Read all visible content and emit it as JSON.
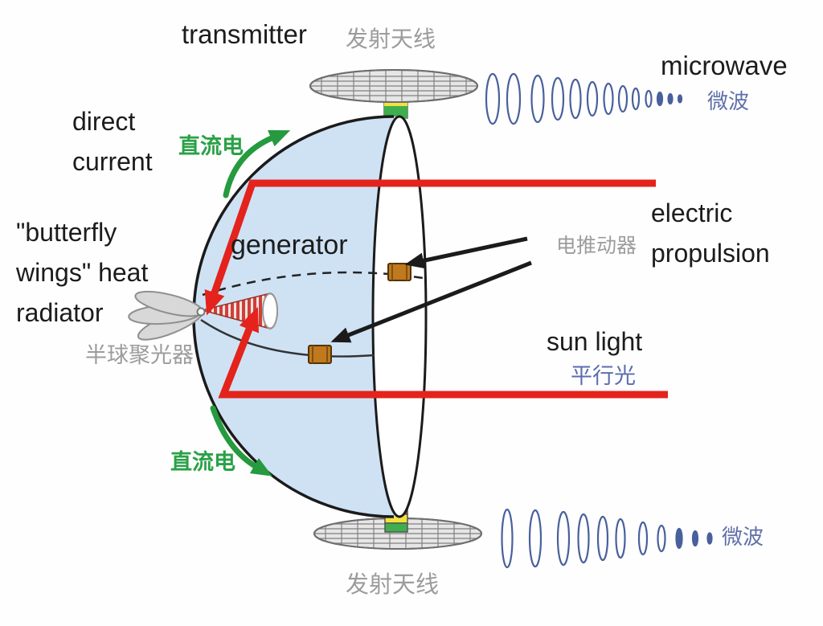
{
  "diagram": {
    "subject": "space solar power satellite with hemispherical concentrator",
    "top": {
      "transmitter_en": "transmitter",
      "transmitter_zh": "发射天线",
      "microwave_en": "microwave",
      "microwave_zh": "微波"
    },
    "left": {
      "direct_current_en": "direct current",
      "direct_current_zh": "直流电",
      "heat_radiator_en": "\"butterfly wings\" heat radiator",
      "concentrator_zh": "半球聚光器"
    },
    "center": {
      "generator_en": "generator"
    },
    "right": {
      "propulsion_zh": "电推动器",
      "propulsion_en": "electric propulsion",
      "sunlight_en": "sun light",
      "sunlight_zh": "平行光"
    },
    "bottom": {
      "direct_current_zh": "直流电",
      "transmitter_zh": "发射天线",
      "microwave_zh": "微波"
    },
    "colors": {
      "dome_fill": "#cfe2f4",
      "outline": "#1b1b1b",
      "sunlight_red": "#e3231c",
      "dc_green": "#259a3e",
      "microwave_stroke": "#49609c",
      "thruster_orange": "#c1791d",
      "gray_text": "#9c9c9c",
      "blue_text": "#6070aa"
    },
    "icons": [
      "transmitter-antenna-top-icon",
      "transmitter-antenna-bottom-icon",
      "collector-dome",
      "generator-cone-icon",
      "butterfly-wings-icon",
      "thruster-upper-icon",
      "thruster-lower-icon",
      "microwave-train-top-icon",
      "microwave-train-bottom-icon",
      "sunlight-ray-upper",
      "sunlight-ray-lower",
      "dc-arrow-top",
      "dc-arrow-bottom",
      "propulsion-arrow-upper",
      "propulsion-arrow-lower"
    ]
  }
}
